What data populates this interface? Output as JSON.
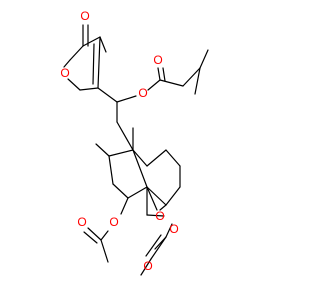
{
  "molecule": {
    "atom_labels": {
      "lactone_carbonyl_o": "O",
      "lactone_ring_o": "O",
      "ester_carbonyl_o": "O",
      "ester_o": "O",
      "epoxide_o": "O",
      "acetate1_o": "O",
      "acetate1_carbonyl_o": "O",
      "acetate2_o": "O",
      "acetate2_carbonyl_o": "O"
    },
    "colors": {
      "bond": "#000000",
      "oxygen": "#ff0000",
      "background": "#ffffff"
    }
  }
}
